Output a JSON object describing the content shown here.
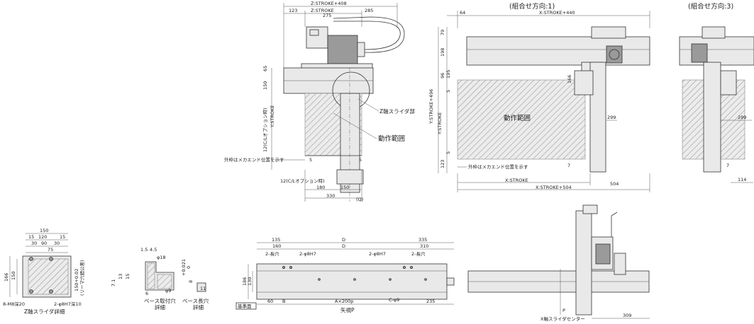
{
  "headings": {
    "combo_direction_1": "(組合せ方向:1)",
    "combo_direction_3": "(組合せ方向:3)"
  },
  "top_drawing": {
    "z_stroke_408": "Z:STROKE+408",
    "z_stroke": "Z:STROKE",
    "d123": "123",
    "d275": "275",
    "d285": "285",
    "d65": "65",
    "d150": "150",
    "d12_option": "12(C/Lオプション時)",
    "y_stroke": "Y:STROKE",
    "z_slider_part": "Z軸スライダ部",
    "operating_range": "動作範囲",
    "outer_frame_note": "外枠はメカエンド位置を示す",
    "d5": "5",
    "d12_option_bottom": "12(C/Lオプション時)",
    "d180": "180",
    "d330": "330",
    "q": "(Q)"
  },
  "dir1_drawing": {
    "d64": "64",
    "x_stroke_440": "X:STROKE+440",
    "d79": "79",
    "d198": "198",
    "d96": "96",
    "d195": "195",
    "d166": "166",
    "y_stroke_496": "Y:STROKE+496",
    "y_stroke": "Y:STROKE",
    "d5": "5",
    "operating_range": "動作範囲",
    "d299": "299",
    "d7": "7",
    "d123": "123",
    "outer_frame_note": "外枠はメカエンド位置を示す",
    "x_stroke": "X:STROKE",
    "x_stroke_504": "X:STROKE+504",
    "d504": "504"
  },
  "dir3_drawing": {
    "d299": "299",
    "d7": "7",
    "d114": "114"
  },
  "z_slider_detail": {
    "d150": "150",
    "d15a": "15",
    "d120": "120",
    "d15b": "15",
    "d30a": "30",
    "d90": "90",
    "d30b": "30",
    "d75": "75",
    "d166": "166",
    "d150v": "150",
    "tolerance": "150+0.02",
    "reamer_note": "(リーマ穴間公差)",
    "m8_note": "8-M8深20",
    "pin_note": "2-φ8H7深10",
    "caption": "Z軸スライダ詳細"
  },
  "base_detail": {
    "d15": "1.5",
    "d45": "4.5",
    "phi18": "φ18",
    "d71": "7.1",
    "d13": "13",
    "d15v": "15",
    "d6": "6",
    "phi9": "φ9",
    "tol": "+0.021",
    "zero": "0",
    "d8": "8",
    "d11": "11",
    "caption_hole_1": "ベース取付穴",
    "caption_hole_2": "詳細",
    "caption_slot_1": "ベース長穴",
    "caption_slot_2": "詳細"
  },
  "arrow_view": {
    "d135": "135",
    "D_top": "D",
    "d335": "335",
    "d160": "160",
    "D_inner": "D",
    "d310": "310",
    "slot_left": "2-長穴",
    "pin_left": "2-φ8H7",
    "pin_right": "2-φ8H7",
    "slot_right": "2-長穴",
    "d186": "186",
    "d130": "130",
    "d60": "60",
    "B": "B",
    "pitch": "A×200p",
    "c_phi9": "C-φ9",
    "d235": "235",
    "datum": "基準面",
    "caption": "矢視P"
  },
  "side_view": {
    "p": "P",
    "x_slider_center": "X軸スライダセンター",
    "d309": "309"
  }
}
